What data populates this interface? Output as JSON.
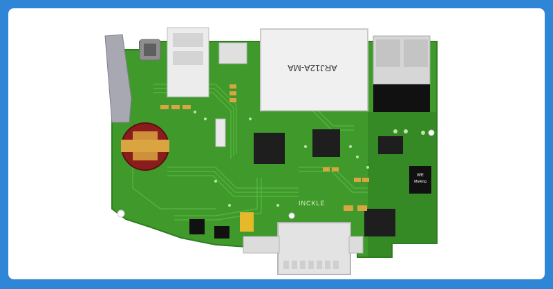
{
  "image": {
    "subject": "pcb-3d-render",
    "colors": {
      "background": "#2f86d6",
      "canvas": "#ffffff",
      "board": "#3f9a2b",
      "board_dark": "#2e7d21",
      "trace": "#59b640",
      "pad": "#d9a441",
      "ic": "#1e1e1e",
      "connector": "#e9e9e9",
      "battery": "#8a1c1c"
    }
  },
  "labels": {
    "rj45_part": "ARJ12A-MA",
    "silkscreen_brand": "INCKLE",
    "we_mark": "WE",
    "marking_text": "Marking"
  }
}
